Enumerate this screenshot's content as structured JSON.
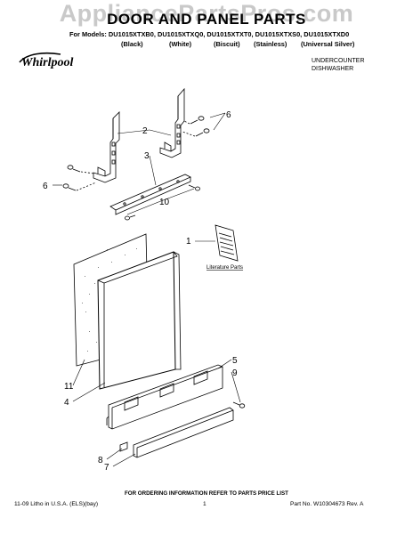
{
  "watermark": "AppliancePartsPros.com",
  "title": "DOOR AND PANEL PARTS",
  "models_line": "For Models: DU1015XTXB0, DU1015XTXQ0, DU1015XTXT0, DU1015XTXS0, DU1015XTXD0",
  "variants": [
    "(Black)",
    "(White)",
    "(Biscuit)",
    "(Stainless)",
    "(Universal Silver)"
  ],
  "brand": "Whirlpool",
  "subtitle": [
    "UNDERCOUNTER",
    "DISHWASHER"
  ],
  "callouts": [
    "6",
    "2",
    "6",
    "3",
    "10",
    "1",
    "11",
    "4",
    "5",
    "9",
    "8",
    "7"
  ],
  "literature_label": "Literature Parts",
  "footer": {
    "note": "FOR ORDERING INFORMATION REFER TO PARTS PRICE LIST",
    "left": "11-09 Litho in U.S.A. (ELS)(bay)",
    "page": "1",
    "right": "Part No. W10304673 Rev. A"
  }
}
